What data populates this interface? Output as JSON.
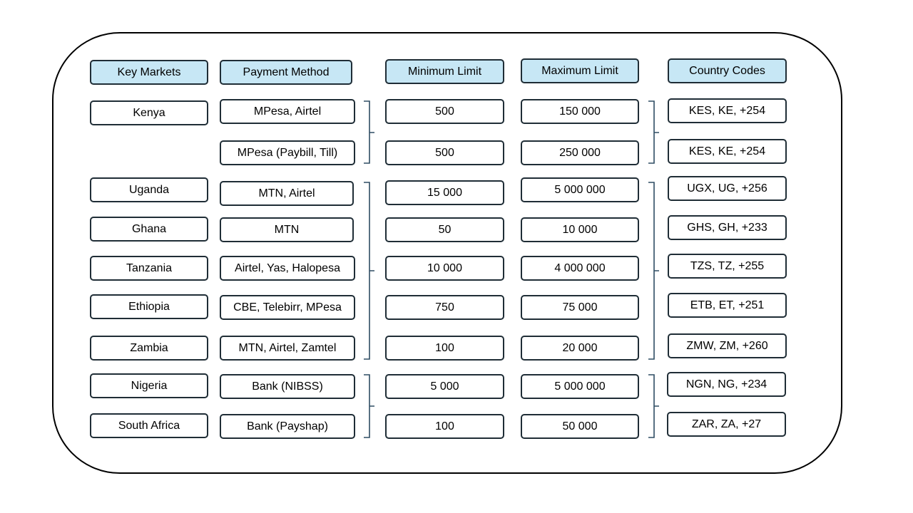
{
  "theme": {
    "header_fill": "#c7e7f5",
    "box_border": "#1f2d36",
    "bracket_color": "#2f4d63",
    "frame_border": "#000000"
  },
  "headers": {
    "market": "Key Markets",
    "method": "Payment Method",
    "min": "Minimum Limit",
    "max": "Maximum Limit",
    "codes": "Country Codes"
  },
  "rows": [
    {
      "market": "Kenya",
      "method": "MPesa, Airtel",
      "min": "500",
      "max": "150 000",
      "codes": "KES, KE, +254"
    },
    {
      "market": "",
      "method": "MPesa (Paybill, Till)",
      "min": "500",
      "max": "250 000",
      "codes": "KES, KE, +254"
    },
    {
      "market": "Uganda",
      "method": "MTN, Airtel",
      "min": "15 000",
      "max": "5 000 000",
      "codes": "UGX, UG, +256"
    },
    {
      "market": "Ghana",
      "method": "MTN",
      "min": "50",
      "max": "10 000",
      "codes": "GHS, GH, +233"
    },
    {
      "market": "Tanzania",
      "method": "Airtel, Yas, Halopesa",
      "min": "10 000",
      "max": "4 000 000",
      "codes": "TZS, TZ, +255"
    },
    {
      "market": "Ethiopia",
      "method": "CBE, Telebirr, MPesa",
      "min": "750",
      "max": "75 000",
      "codes": "ETB, ET, +251"
    },
    {
      "market": "Zambia",
      "method": "MTN, Airtel, Zamtel",
      "min": "100",
      "max": "20 000",
      "codes": "ZMW, ZM, +260"
    },
    {
      "market": "Nigeria",
      "method": "Bank (NIBSS)",
      "min": "5 000",
      "max": "5 000 000",
      "codes": "NGN, NG, +234"
    },
    {
      "market": "South Africa",
      "method": "Bank (Payshap)",
      "min": "100",
      "max": "50 000",
      "codes": "ZAR, ZA, +27"
    }
  ]
}
